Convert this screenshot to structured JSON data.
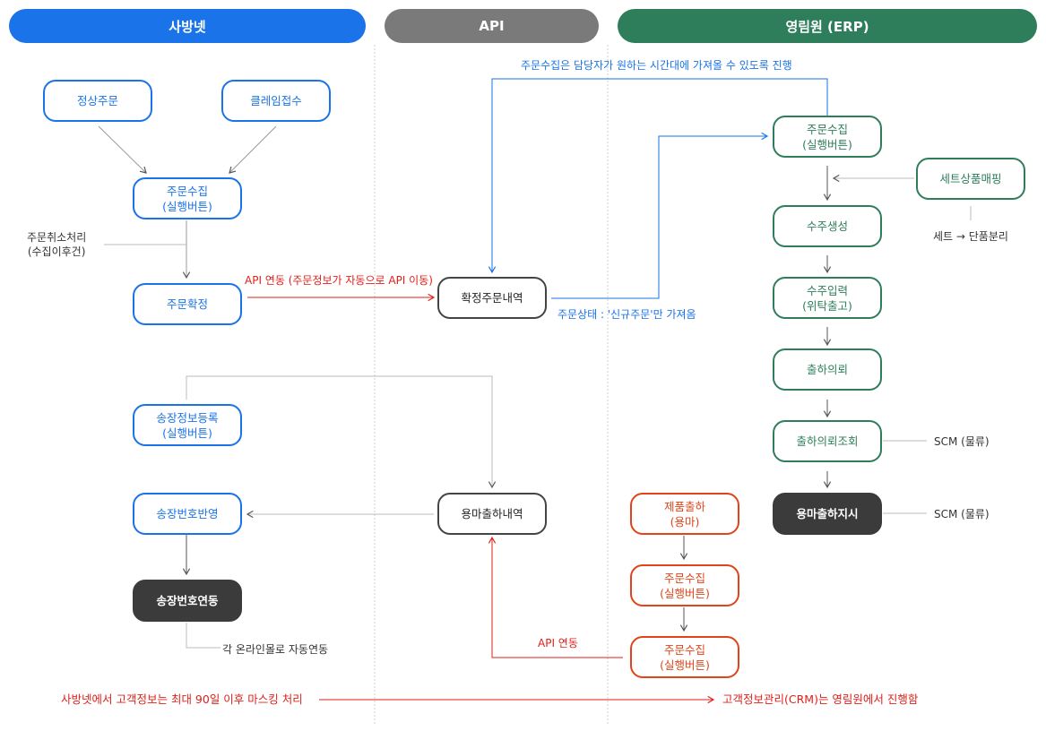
{
  "colors": {
    "sabangnet": "#1a73e8",
    "api": "#7a7a7a",
    "erp": "#2e7d5b",
    "orange": "#e0441a",
    "red": "#e0201a",
    "dark": "#3b3b3b"
  },
  "headers": {
    "sabangnet": "사방넷",
    "api": "API",
    "erp": "영림원 (ERP)"
  },
  "nodes": {
    "normal_order": "정상주문",
    "claim": "클레임접수",
    "collect_left": [
      "주문수집",
      "(실행버튼)"
    ],
    "confirm": "주문확정",
    "invoice_reg": [
      "송장정보등록",
      "(실행버튼)"
    ],
    "invoice_apply": "송장번호반영",
    "invoice_link": "송장번호연동",
    "confirmed_orders": "확정주문내역",
    "yongma_ship_list": "용마출하내역",
    "product_ship": [
      "제품출하",
      "(용마)"
    ],
    "collect_mid1": [
      "주문수집",
      "(실행버튼)"
    ],
    "collect_mid2": [
      "주문수집",
      "(실행버튼)"
    ],
    "collect_erp": [
      "주문수집",
      "(실행버튼)"
    ],
    "set_mapping": "세트상품매핑",
    "order_create": "수주생성",
    "order_input": [
      "수주입력",
      "(위탁출고)"
    ],
    "ship_request": "출하의뢰",
    "ship_request_query": "출하의뢰조회",
    "yongma_instruct": "용마출하지시"
  },
  "labels": {
    "cancel": [
      "주문취소처리",
      "(수집이후건)"
    ],
    "api_link_desc": "API 연동 (주문정보가 자동으로 API 이동)",
    "collect_time_note": "주문수집은 담당자가 원하는 시간대에 가져올 수 있도록 진행",
    "status_note": "주문상태 : '신규주문'만 가져옴",
    "set_split": "세트 → 단품분리",
    "scm1": "SCM (물류)",
    "scm2": "SCM (물류)",
    "auto_link": "각 온라인몰로 자동연동",
    "api_link": "API 연동",
    "masking": "사방넷에서 고객정보는 최대 90일 이후 마스킹 처리",
    "crm": "고객정보관리(CRM)는 영림원에서 진행함"
  }
}
